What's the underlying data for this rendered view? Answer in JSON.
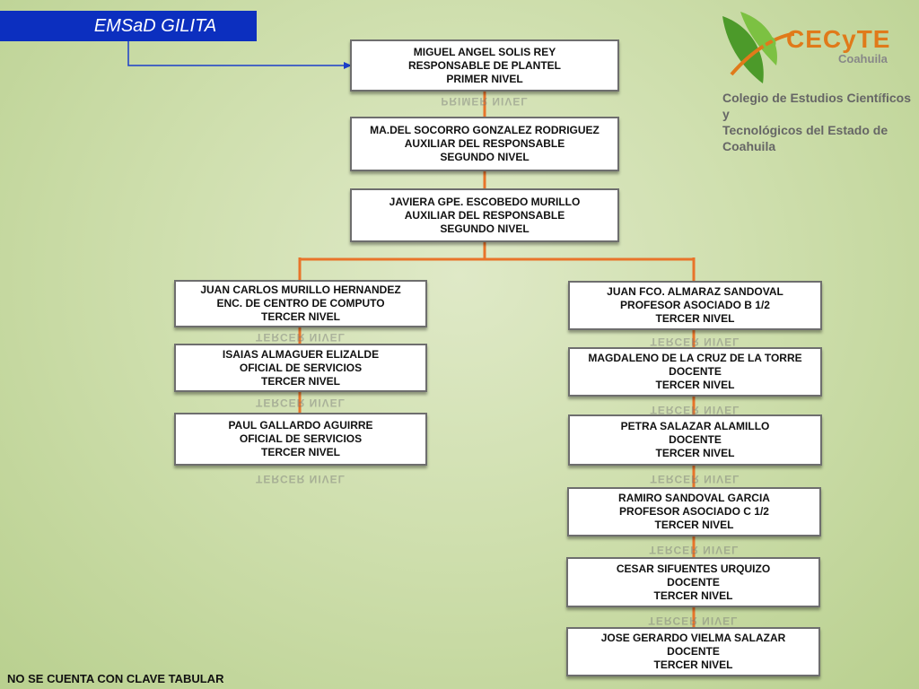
{
  "title": "EMSaD GILITA",
  "logo": {
    "brand": "CECyTE",
    "region": "Coahuila",
    "line1": "Colegio de Estudios Científicos y",
    "line2": "Tecnológicos del Estado de Coahuila"
  },
  "footer": "NO SE CUENTA CON CLAVE TABULAR",
  "nodes": {
    "n1": {
      "name": "MIGUEL ANGEL SOLIS REY",
      "role": "RESPONSABLE DE PLANTEL",
      "level": "PRIMER NIVEL"
    },
    "n2": {
      "name": "MA.DEL SOCORRO GONZALEZ RODRIGUEZ",
      "role": "AUXILIAR DEL RESPONSABLE",
      "level": "SEGUNDO NIVEL"
    },
    "n3": {
      "name": "JAVIERA GPE. ESCOBEDO MURILLO",
      "role": "AUXILIAR DEL RESPONSABLE",
      "level": "SEGUNDO NIVEL"
    },
    "l1": {
      "name": "JUAN CARLOS MURILLO HERNANDEZ",
      "role": "ENC. DE CENTRO DE COMPUTO",
      "level": "TERCER NIVEL"
    },
    "l2": {
      "name": "ISAIAS ALMAGUER ELIZALDE",
      "role": "OFICIAL DE SERVICIOS",
      "level": "TERCER NIVEL"
    },
    "l3": {
      "name": "PAUL GALLARDO AGUIRRE",
      "role": "OFICIAL DE SERVICIOS",
      "level": "TERCER NIVEL"
    },
    "r1": {
      "name": "JUAN FCO. ALMARAZ SANDOVAL",
      "role": "PROFESOR ASOCIADO B 1/2",
      "level": "TERCER NIVEL"
    },
    "r2": {
      "name": "MAGDALENO DE LA CRUZ DE LA TORRE",
      "role": "DOCENTE",
      "level": "TERCER NIVEL"
    },
    "r3": {
      "name": "PETRA SALAZAR ALAMILLO",
      "role": "DOCENTE",
      "level": "TERCER NIVEL"
    },
    "r4": {
      "name": "RAMIRO SANDOVAL GARCIA",
      "role": "PROFESOR ASOCIADO C 1/2",
      "level": "TERCER NIVEL"
    },
    "r5": {
      "name": "CESAR SIFUENTES URQUIZO",
      "role": "DOCENTE",
      "level": "TERCER NIVEL"
    },
    "r6": {
      "name": "JOSE GERARDO VIELMA SALAZAR",
      "role": "DOCENTE",
      "level": "TERCER NIVEL"
    }
  },
  "colors": {
    "connector": "#e8742a",
    "title_bg": "#0c2fbf",
    "arrow": "#1b3ec9"
  }
}
